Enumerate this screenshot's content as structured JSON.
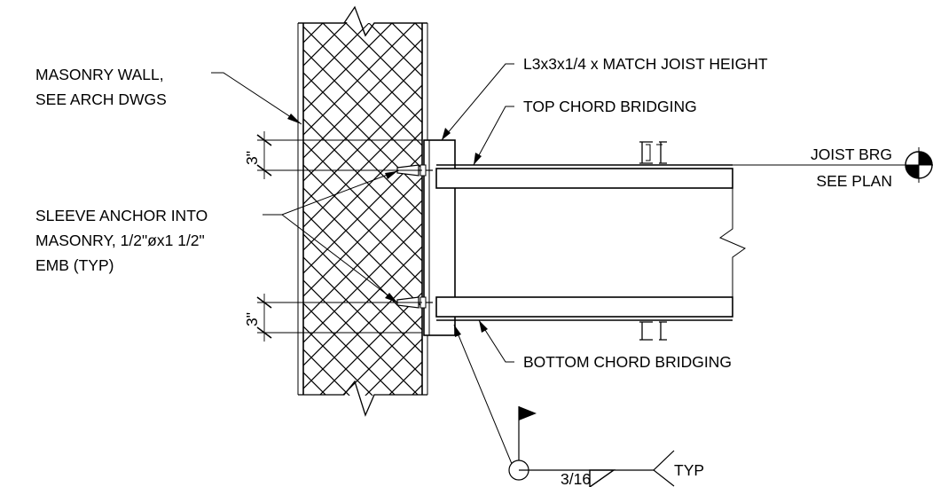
{
  "labels": {
    "masonry_wall_1": "MASONRY WALL,",
    "masonry_wall_2": "SEE ARCH DWGS",
    "angle": "L3x3x1/4 x MATCH JOIST HEIGHT",
    "top_bridging": "TOP CHORD BRIDGING",
    "joist_brg": "JOIST BRG",
    "see_plan": "SEE PLAN",
    "sleeve_1": "SLEEVE ANCHOR INTO",
    "sleeve_2": "MASONRY, 1/2\"øx1 1/2\"",
    "sleeve_3": "EMB (TYP)",
    "bottom_bridging": "BOTTOM CHORD BRIDGING",
    "dim_top": "3\"",
    "dim_bottom": "3\"",
    "weld_size": "3/16",
    "weld_typ": "TYP"
  }
}
